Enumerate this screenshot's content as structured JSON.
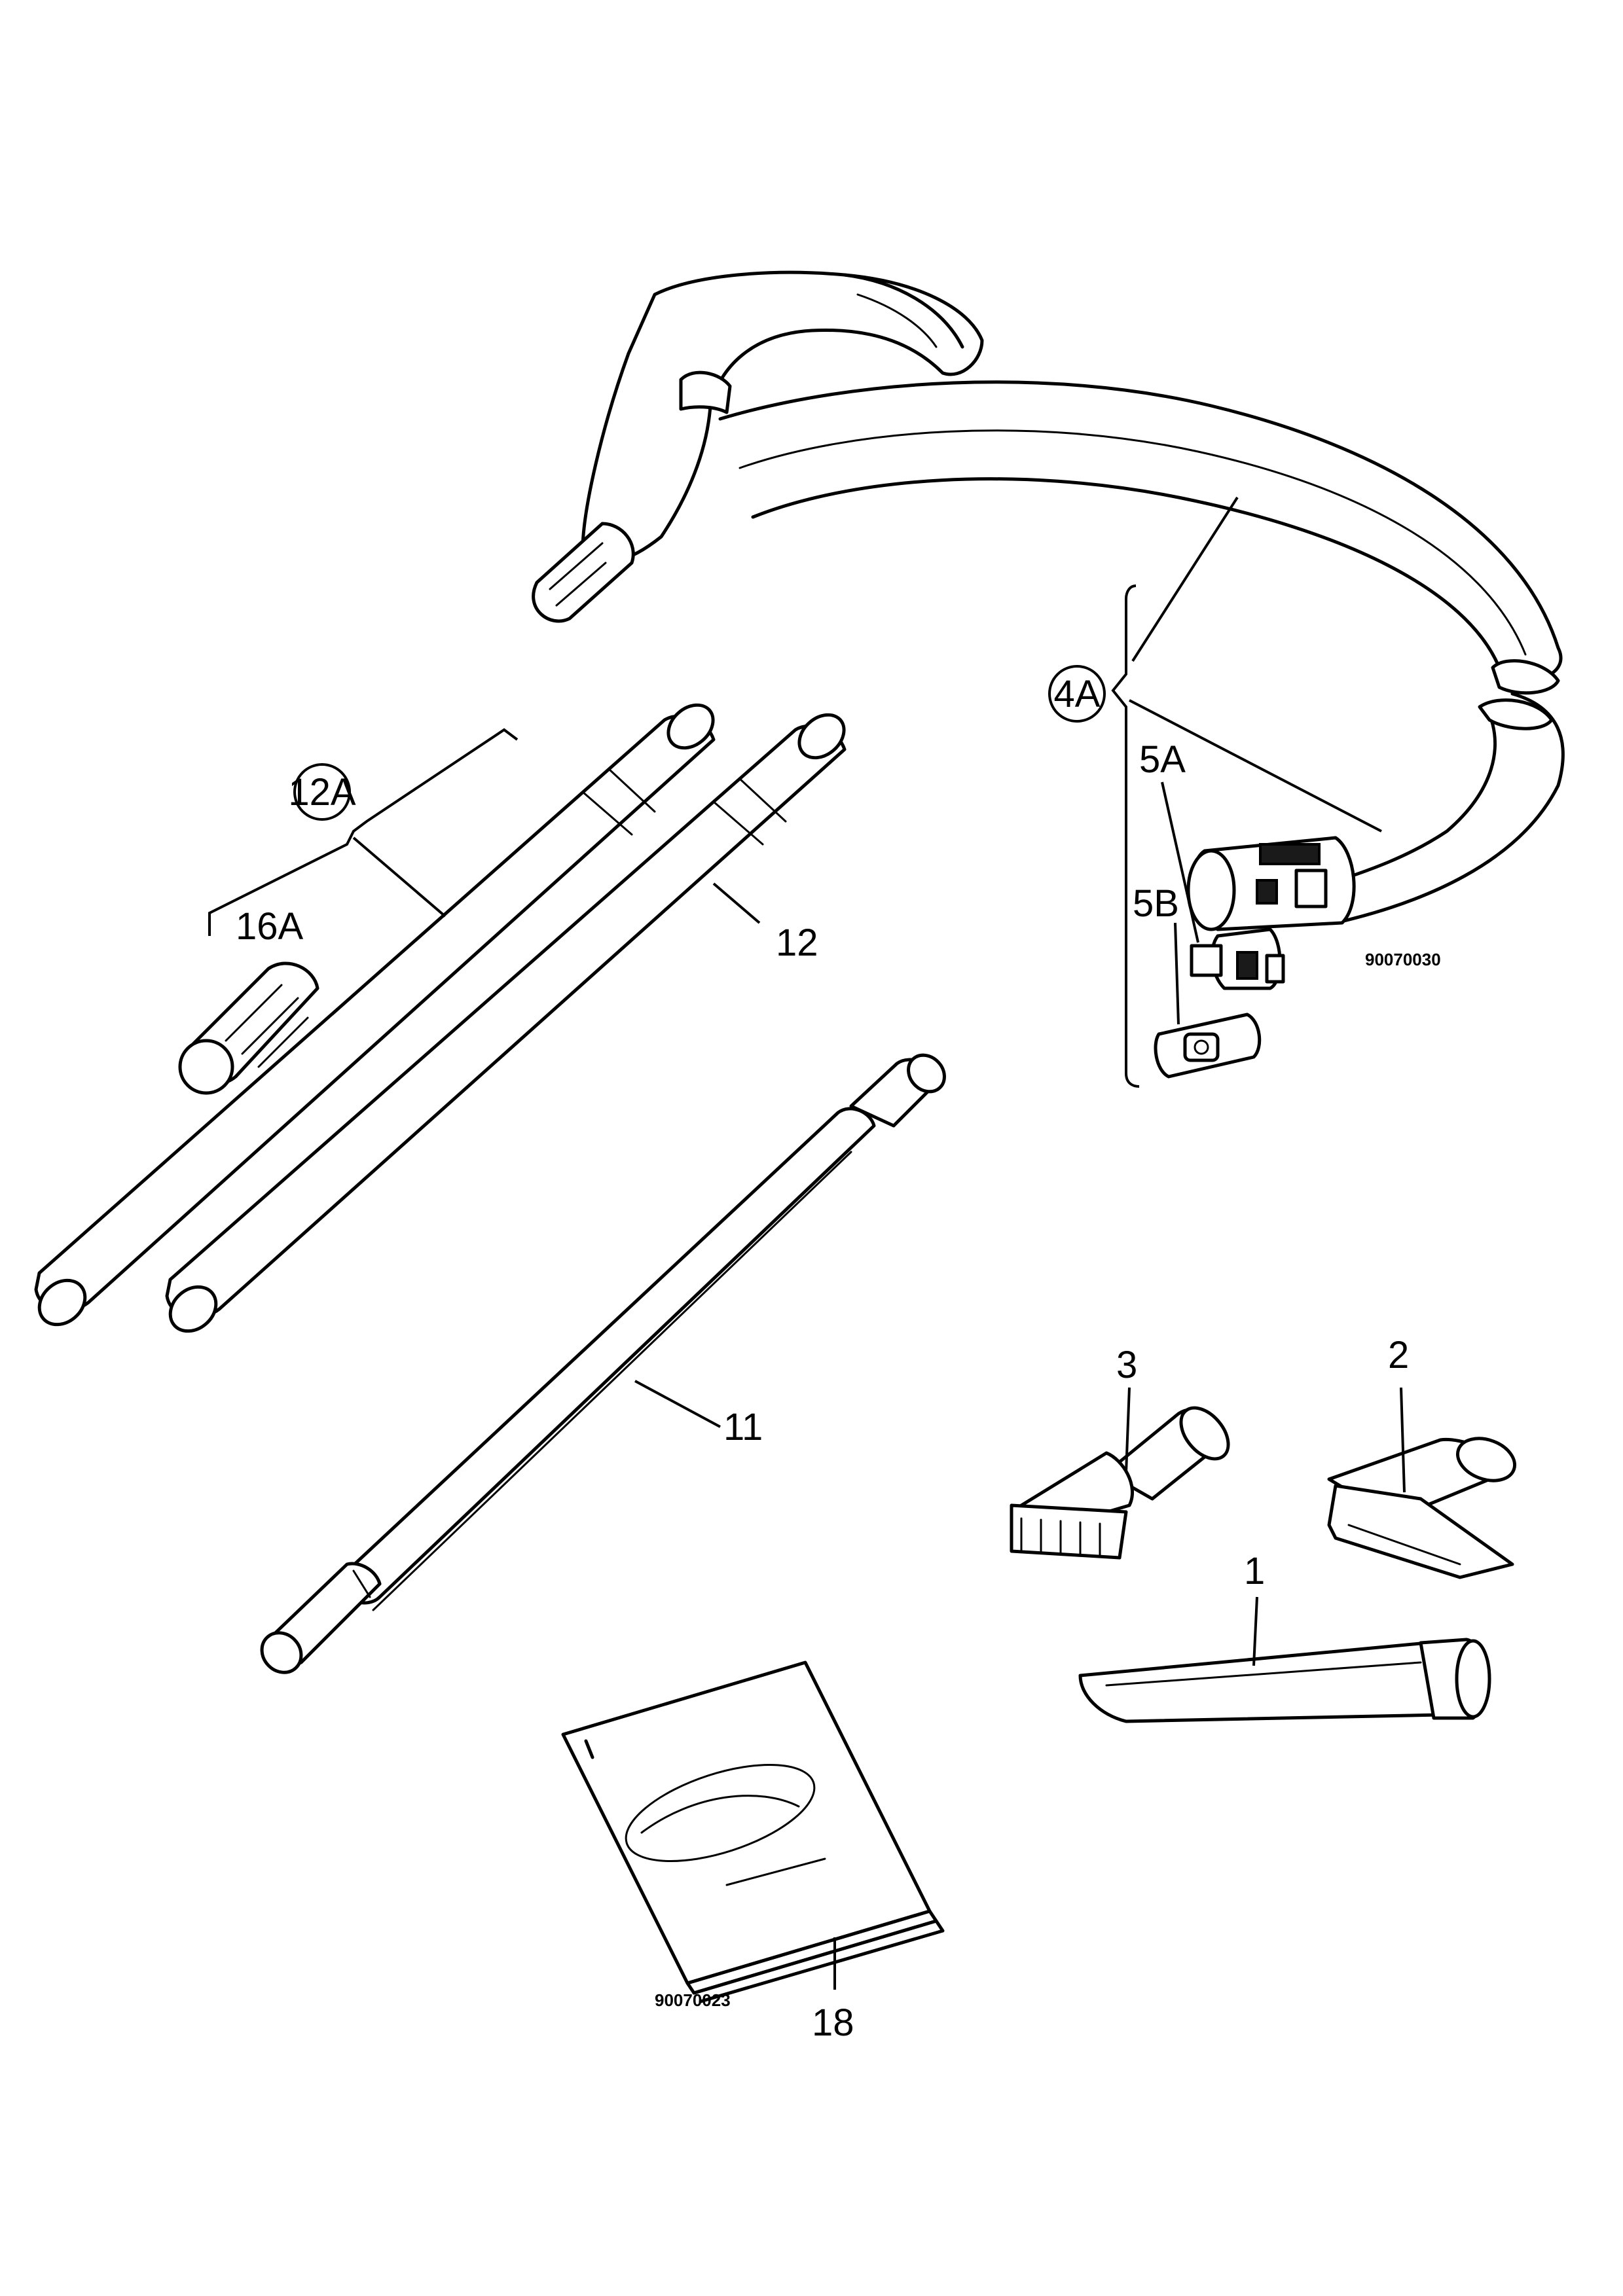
{
  "labels": {
    "part_4a": "4A",
    "part_5a": "5A",
    "part_5b": "5B",
    "part_12a": "12A",
    "part_16a": "16A",
    "part_12": "12",
    "part_11": "11",
    "part_3": "3",
    "part_2": "2",
    "part_1": "1",
    "part_18": "18"
  },
  "codes": {
    "hose_drawing": "90070030",
    "manual_drawing": "90070023"
  }
}
